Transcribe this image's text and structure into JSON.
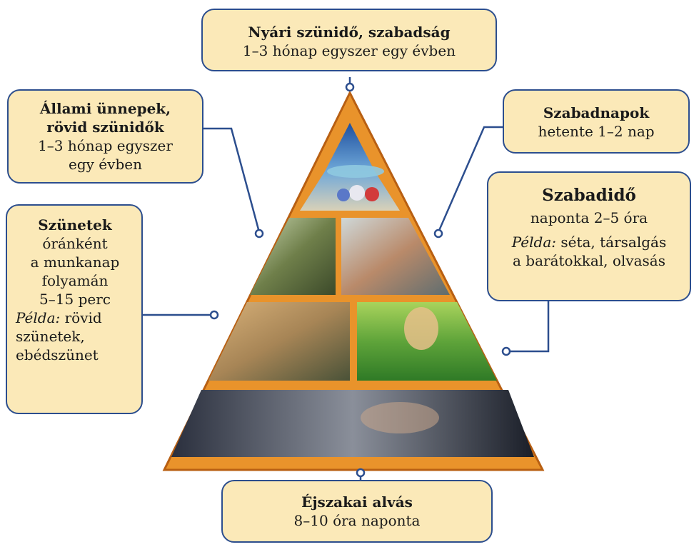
{
  "colors": {
    "box_fill": "#fbe9b8",
    "box_border": "#2c4e8e",
    "pyramid_frame": "#e9932b",
    "pyramid_edge": "#b85f12"
  },
  "boxes": {
    "summer": {
      "title": "Nyári szünidő, szabadság",
      "line1": "1–3 hónap egyszer egy évben"
    },
    "holidays": {
      "title1": "Állami ünnepek,",
      "title2": "rövid szünidők",
      "line1": "1–3 hónap egyszer",
      "line2": "egy évben"
    },
    "daysoff": {
      "title": "Szabadnapok",
      "line1": "hetente 1–2 nap"
    },
    "freetime": {
      "title": "Szabadidő",
      "line1": "naponta 2–5 óra",
      "example_label": "Példa:",
      "example1": " séta, társalgás",
      "line3": "a barátokkal, olvasás"
    },
    "breaks": {
      "title": "Szünetek",
      "line1": "óránként",
      "line2": "a munkanap",
      "line3": "folyamán",
      "line4": "5–15 perc",
      "example_label": "Példa:",
      "example1": " rövid",
      "line6": "szünetek,",
      "line7": "ebédszünet"
    },
    "sleep": {
      "title": "Éjszakai alvás",
      "line1": "8–10 óra naponta"
    }
  },
  "photos": [
    "beach-photo",
    "family-in-park-photo",
    "friends-photo",
    "girl-reading-at-table-photo",
    "girl-reading-on-grass-photo",
    "woman-sleeping-photo"
  ]
}
